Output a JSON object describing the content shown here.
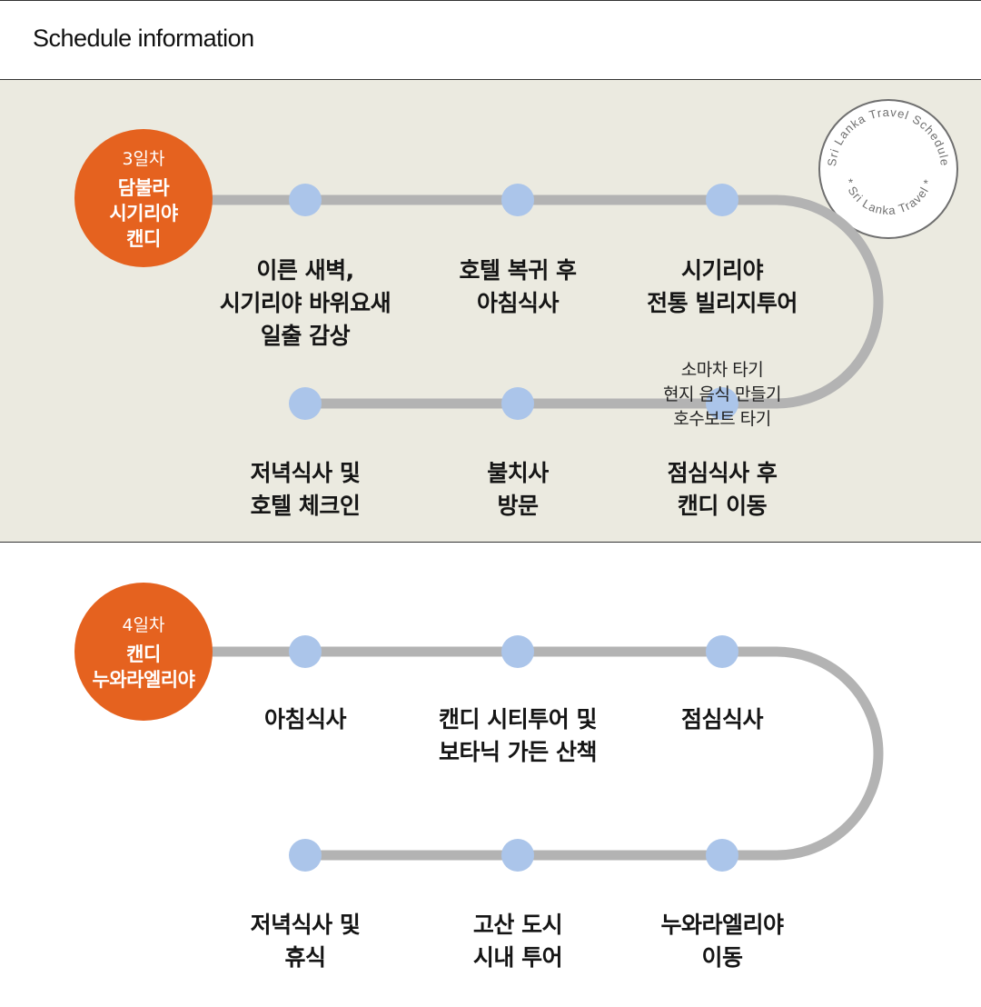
{
  "header": {
    "title": "Schedule information"
  },
  "stamp": {
    "text": "Sri Lanka Travel Schedule",
    "text2": "* Sri Lanka Travel *"
  },
  "colors": {
    "accent": "#e5621f",
    "route_line": "#b3b3b3",
    "stop_dot": "#abc5ea",
    "band_bg": "#ebeae0"
  },
  "days": [
    {
      "day": "3일차",
      "place": "담불라\n시기리야\n캔디",
      "stops": [
        {
          "label": "이른 새벽,\n시기리야 바위요새\n일출 감상"
        },
        {
          "label": "호텔 복귀 후\n아침식사"
        },
        {
          "label": "시기리야\n전통 빌리지투어",
          "note": "소마차 타기\n현지 음식 만들기\n호수보트 타기"
        },
        {
          "label": "점심식사 후\n캔디 이동"
        },
        {
          "label": "불치사\n방문"
        },
        {
          "label": "저녁식사 및\n호텔 체크인"
        }
      ]
    },
    {
      "day": "4일차",
      "place": "캔디\n누와라엘리야",
      "stops": [
        {
          "label": "아침식사"
        },
        {
          "label": "캔디 시티투어 및\n보타닉 가든 산책"
        },
        {
          "label": "점심식사"
        },
        {
          "label": "누와라엘리야\n이동"
        },
        {
          "label": "고산 도시\n시내 투어"
        },
        {
          "label": "저녁식사 및\n휴식"
        }
      ]
    }
  ]
}
